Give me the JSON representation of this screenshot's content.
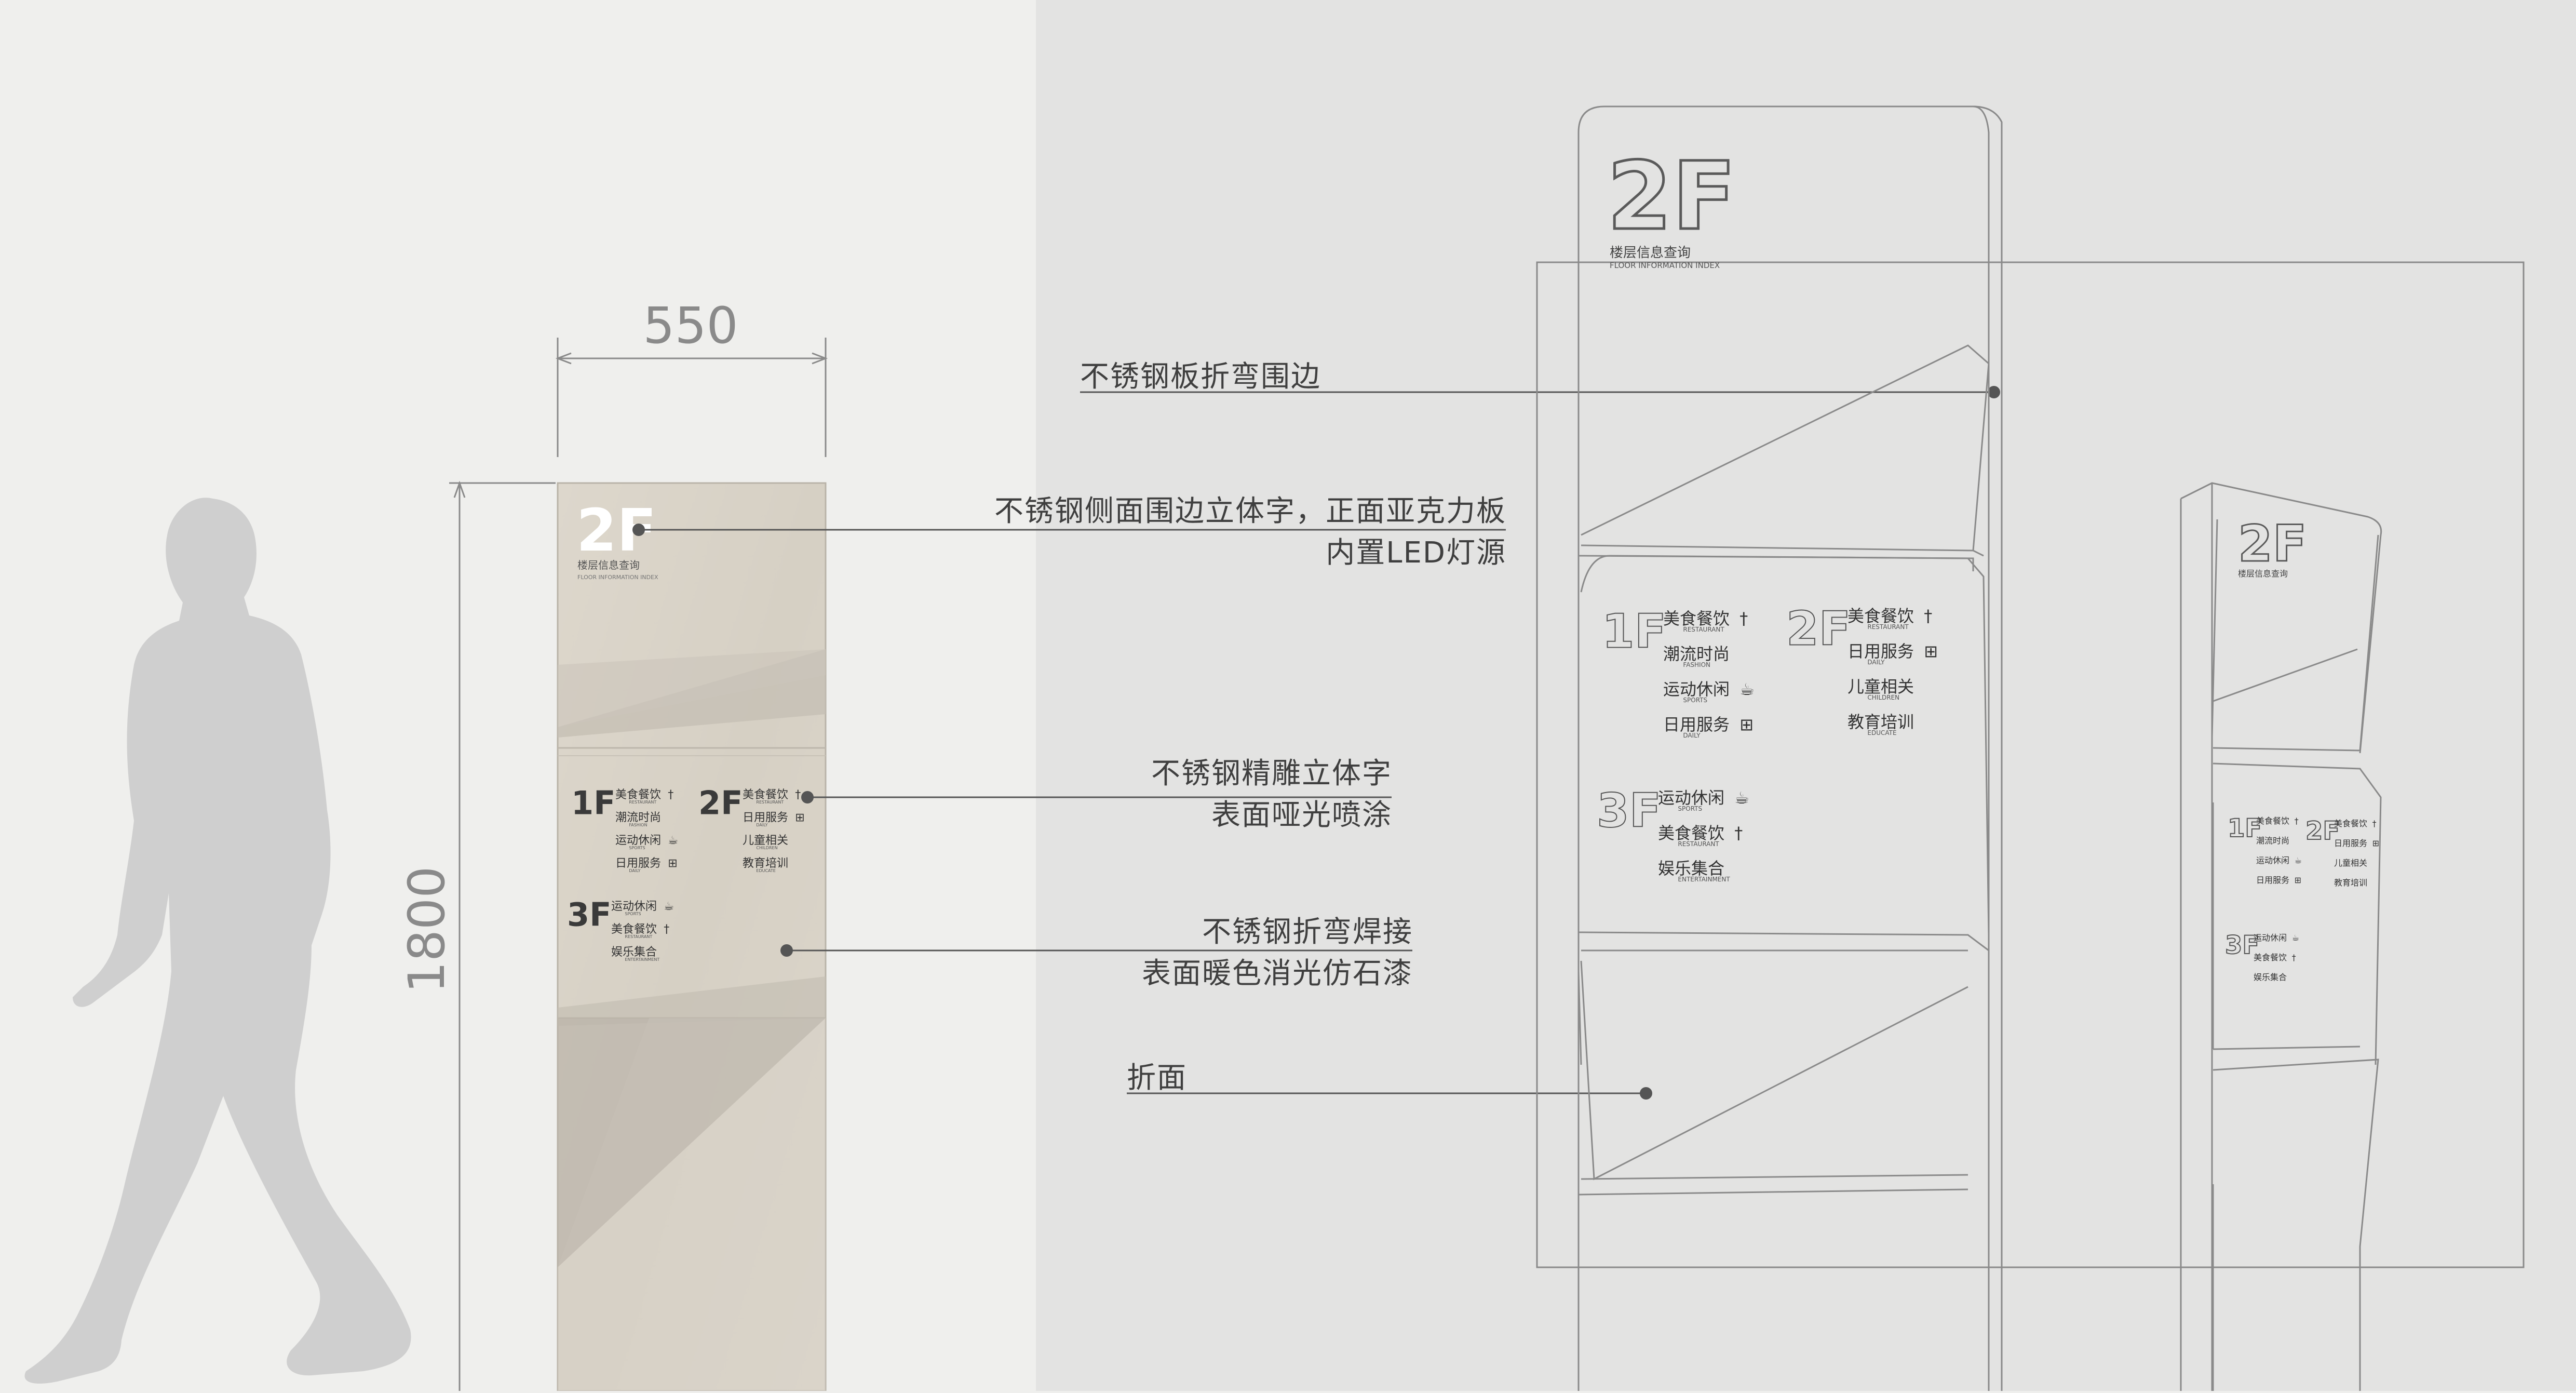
{
  "dimensions": {
    "width_label": "550",
    "height_label": "1800"
  },
  "sign": {
    "floor_big": "2F",
    "title_cn": "楼层信息查询",
    "title_en": "FLOOR INFORMATION INDEX",
    "floors": [
      {
        "label": "1F",
        "items": [
          {
            "cn": "美食餐饮",
            "en": "RESTAURANT",
            "icon": "fork-knife-icon"
          },
          {
            "cn": "潮流时尚",
            "en": "FASHION",
            "icon": ""
          },
          {
            "cn": "运动休闲",
            "en": "SPORTS",
            "icon": "cup-icon"
          },
          {
            "cn": "日用服务",
            "en": "DAILY",
            "icon": "cart-icon"
          }
        ]
      },
      {
        "label": "2F",
        "items": [
          {
            "cn": "美食餐饮",
            "en": "RESTAURANT",
            "icon": "fork-knife-icon"
          },
          {
            "cn": "日用服务",
            "en": "DAILY",
            "icon": "cart-icon"
          },
          {
            "cn": "儿童相关",
            "en": "CHILDREN",
            "icon": ""
          },
          {
            "cn": "教育培训",
            "en": "EDUCATE",
            "icon": ""
          }
        ]
      },
      {
        "label": "3F",
        "items": [
          {
            "cn": "运动休闲",
            "en": "SPORTS",
            "icon": "cup-icon"
          },
          {
            "cn": "美食餐饮",
            "en": "RESTAURANT",
            "icon": "fork-knife-icon"
          },
          {
            "cn": "娱乐集合",
            "en": "ENTERTAINMENT",
            "icon": ""
          }
        ]
      }
    ]
  },
  "annotations": [
    {
      "lines": [
        "不锈钢板折弯围边"
      ]
    },
    {
      "lines": [
        "不锈钢侧面围边立体字，正面亚克力板",
        "内置LED灯源"
      ]
    },
    {
      "lines": [
        "不锈钢精雕立体字",
        "表面哑光喷涂"
      ]
    },
    {
      "lines": [
        "不锈钢折弯焊接",
        "表面暖色消光仿石漆"
      ]
    },
    {
      "lines": [
        "折面"
      ]
    }
  ],
  "colors": {
    "background_left": "#efefed",
    "background_right": "#e3e3e2",
    "sign_face": "#d9d3c8",
    "sign_shadow": "#c2bdb3",
    "person": "#cfcfcf",
    "line": "#555555",
    "sketch_line": "#8a8a8a"
  }
}
